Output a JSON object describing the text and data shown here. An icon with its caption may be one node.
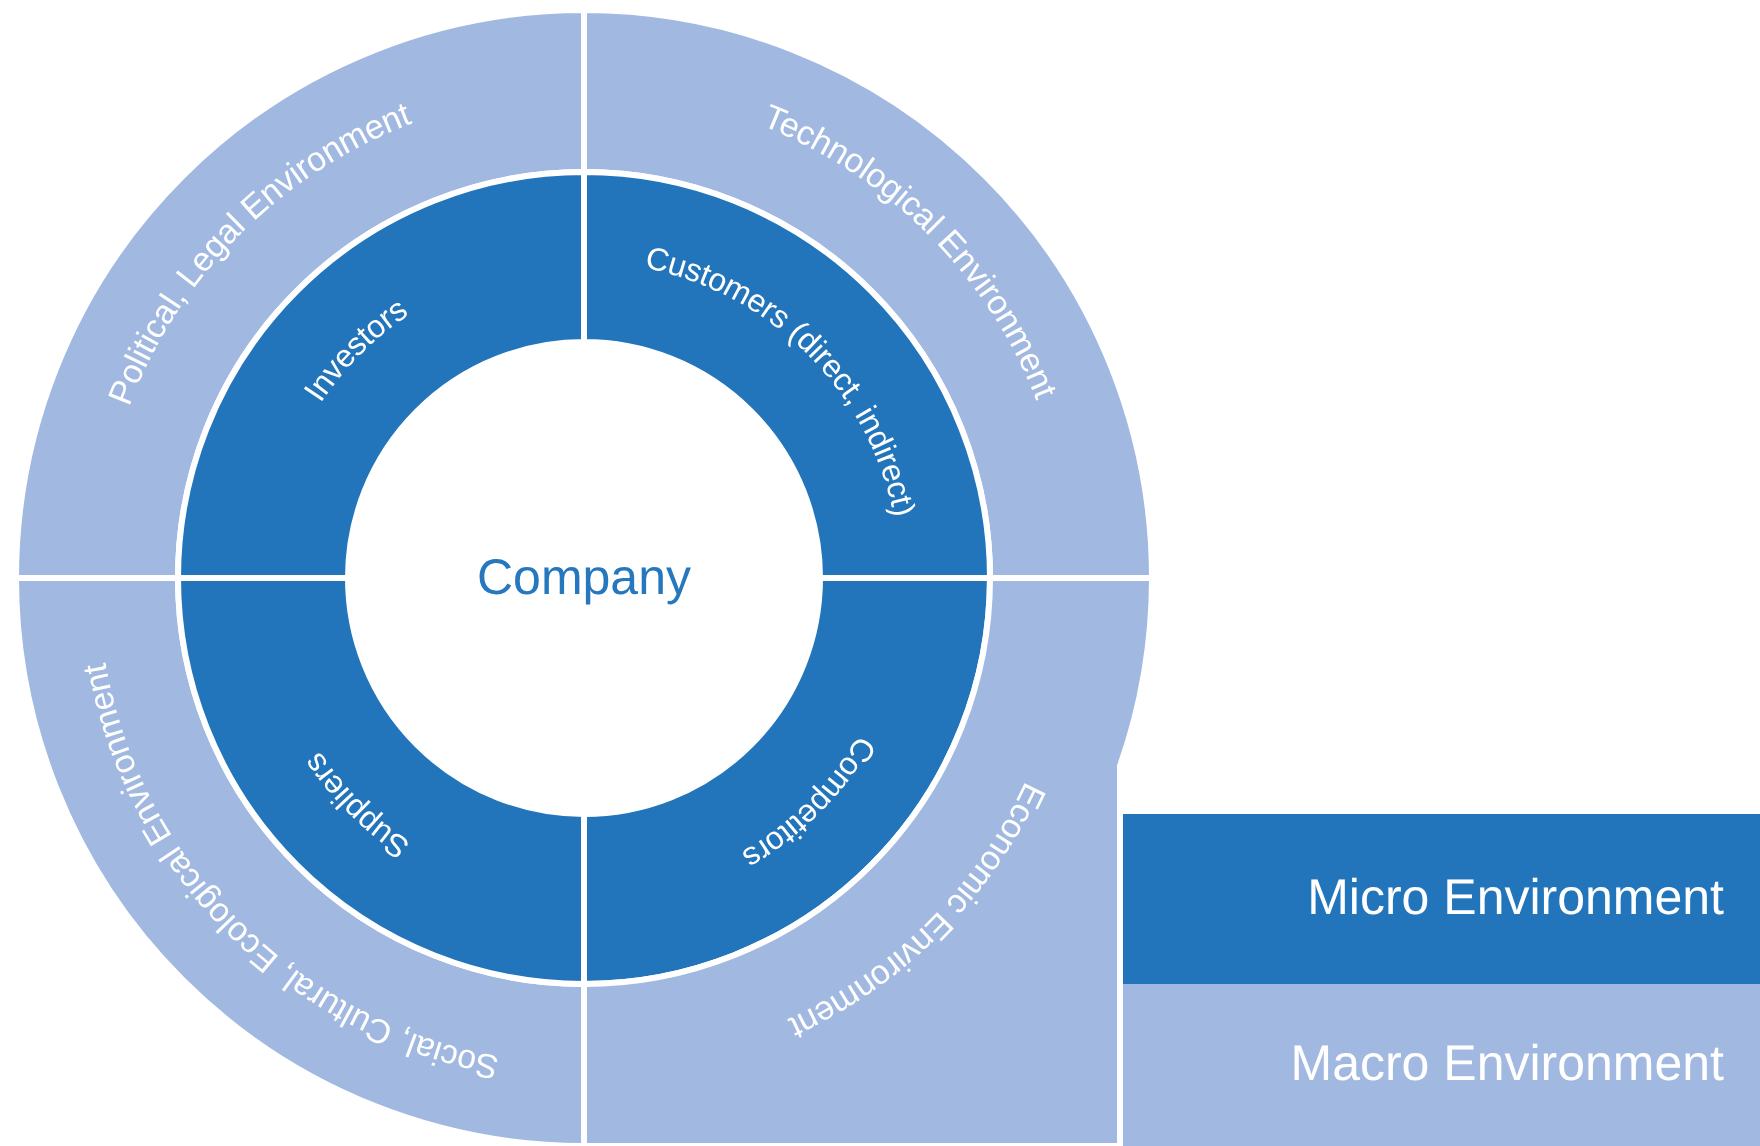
{
  "diagram": {
    "nodes": [
      {
        "text": [
          "Political, Legal Environment"
        ]
      },
      {
        "text": [
          "Technological Environment"
        ]
      },
      {
        "text": [
          "Investors"
        ]
      },
      {
        "text": [
          "Customers (direct, indirect)"
        ]
      },
      {
        "text": [
          "Company"
        ]
      },
      {
        "text": [
          "Social, Cultural, Ecological Environment"
        ]
      },
      {
        "text": [
          "Competitors"
        ]
      },
      {
        "text": [
          "Suppliers"
        ]
      },
      {
        "text": [
          "Economic Environment"
        ]
      },
      {
        "text": [
          "Micro Environment"
        ]
      },
      {
        "text": [
          "Macro Environment"
        ]
      }
    ]
  }
}
